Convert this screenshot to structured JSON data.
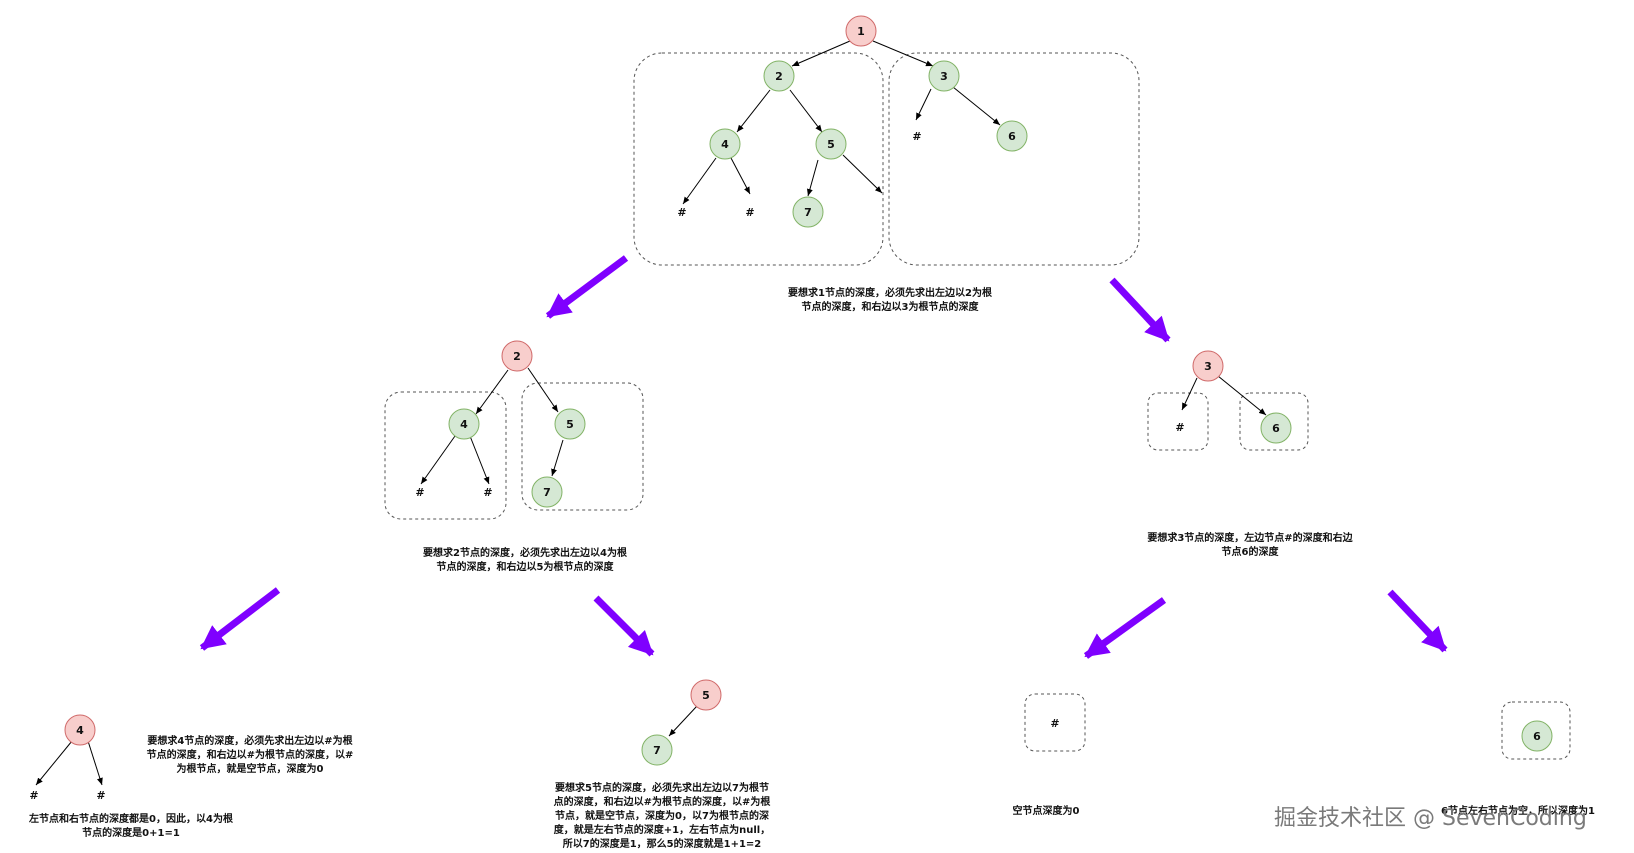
{
  "colors": {
    "root_fill": "#f8cecc",
    "root_stroke": "#d06a6a",
    "child_fill": "#d5e8d4",
    "child_stroke": "#82b366",
    "arrow": "#7f00ff",
    "edge": "#000000",
    "box": "#555555"
  },
  "tree_main": {
    "n1": "1",
    "n2": "2",
    "n3": "3",
    "n4": "4",
    "n5": "5",
    "n6": "6",
    "n7": "7",
    "hash": "#"
  },
  "tree_2": {
    "root": "2",
    "left": "4",
    "right": "5",
    "grand": "7",
    "hash": "#"
  },
  "tree_3": {
    "root": "3",
    "right": "6",
    "hash": "#"
  },
  "tree_4": {
    "root": "4",
    "hash": "#"
  },
  "tree_5": {
    "root": "5",
    "child": "7"
  },
  "tree_hash": {
    "hash": "#"
  },
  "tree_6": {
    "node": "6"
  },
  "captions": {
    "c1": [
      "要想求1节点的深度，必须先求出左边以2为根",
      "节点的深度，和右边以3为根节点的深度"
    ],
    "c2": [
      "要想求2节点的深度，必须先求出左边以4为根",
      "节点的深度，和右边以5为根节点的深度"
    ],
    "c3": [
      "要想求3节点的深度，左边节点#的深度和右边",
      "节点6的深度"
    ],
    "c4": [
      "要想求4节点的深度，必须先求出左边以#为根",
      "节点的深度，和右边以#为根节点的深度，以#",
      "为根节点，就是空节点，深度为0"
    ],
    "c4b": [
      "左节点和右节点的深度都是0，因此，以4为根",
      "节点的深度是0+1=1"
    ],
    "c5": [
      "要想求5节点的深度，必须先求出左边以7为根节",
      "点的深度，和右边以#为根节点的深度，以#为根",
      "节点，就是空节点，深度为0，以7为根节点的深",
      "度，就是左右节点的深度+1，左右节点为null，",
      "所以7的深度是1，那么5的深度就是1+1=2"
    ],
    "c_hash": [
      "空节点深度为0"
    ],
    "c6": [
      "6节点左右节点为空，所以深度为1"
    ]
  },
  "watermark": "掘金技术社区 @ SevenCoding"
}
